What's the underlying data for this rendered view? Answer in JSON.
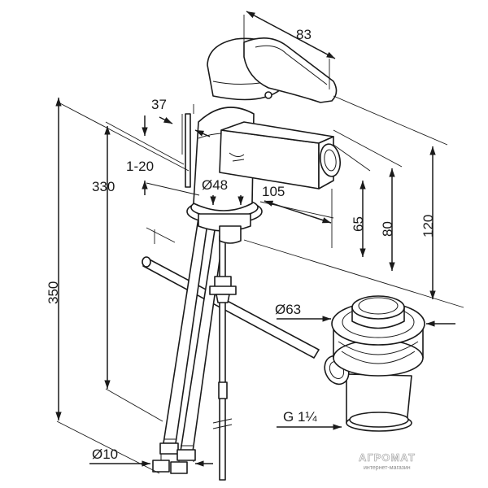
{
  "dimensions": {
    "d83": "83",
    "d37": "37",
    "d1_20": "1-20",
    "d330": "330",
    "d48": "Ø48",
    "d105": "105",
    "d65": "65",
    "d80": "80",
    "d120": "120",
    "d350": "350",
    "d63": "Ø63",
    "g114": "G 1¼",
    "d10": "Ø10"
  },
  "watermark": {
    "brand": "АГРОМАТ",
    "tagline": "интернет-магазин"
  },
  "colors": {
    "line": "#1a1a1a",
    "background": "#ffffff",
    "watermark": "#9a9a9a"
  }
}
